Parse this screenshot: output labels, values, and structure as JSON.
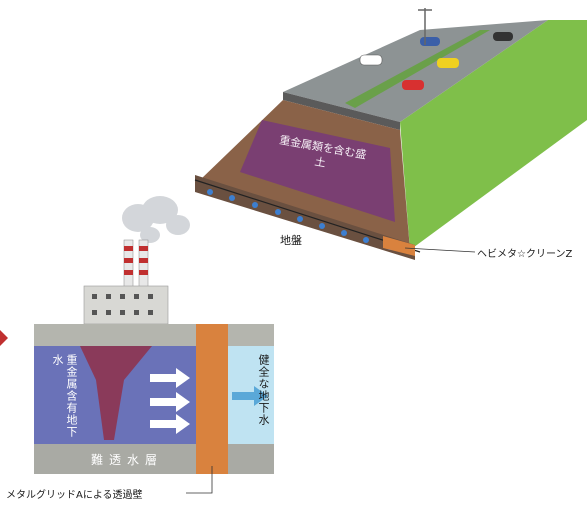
{
  "labels": {
    "soil_contaminated": "重金属類を含む盛土",
    "ground": "地盤",
    "product_name": "ヘビメタ☆クリーンZ",
    "contaminated_groundwater": "重金属含有地下水",
    "healthy_groundwater": "健全な地下水",
    "impermeable_layer": "難透水層",
    "barrier_wall": "メタルグリッドAによる透過壁"
  },
  "colors": {
    "purple_soil": "#7a3f72",
    "brown_soil": "#8a6248",
    "grass": "#7fbf4a",
    "road": "#8d9394",
    "barrier": "#d9823e",
    "groundwater_contaminated": "#6a72b8",
    "groundwater_clean": "#bfe3f2",
    "impermeable": "#a9aaa4",
    "plume": "#8a3a5a"
  },
  "icons": [
    "factory-icon",
    "smoke-icon",
    "car-icon",
    "streetlight-icon",
    "water-drop-icon",
    "flow-arrow-icon"
  ]
}
